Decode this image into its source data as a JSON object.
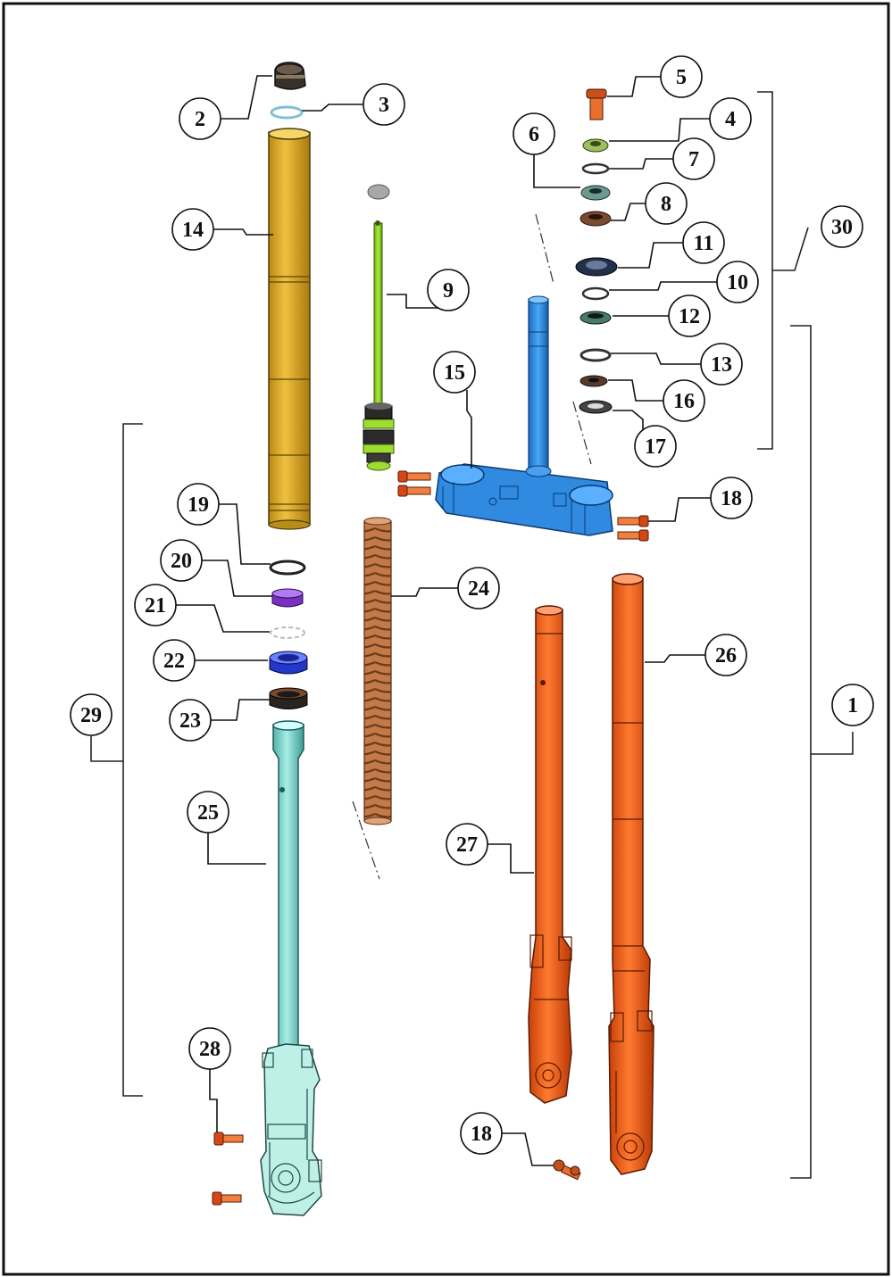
{
  "diagram": {
    "callouts": [
      {
        "id": "c1",
        "label": "1"
      },
      {
        "id": "c2",
        "label": "2"
      },
      {
        "id": "c3",
        "label": "3"
      },
      {
        "id": "c4",
        "label": "4"
      },
      {
        "id": "c5",
        "label": "5"
      },
      {
        "id": "c6",
        "label": "6"
      },
      {
        "id": "c7",
        "label": "7"
      },
      {
        "id": "c8",
        "label": "8"
      },
      {
        "id": "c9",
        "label": "9"
      },
      {
        "id": "c10",
        "label": "10"
      },
      {
        "id": "c11",
        "label": "11"
      },
      {
        "id": "c12",
        "label": "12"
      },
      {
        "id": "c13",
        "label": "13"
      },
      {
        "id": "c14",
        "label": "14"
      },
      {
        "id": "c15",
        "label": "15"
      },
      {
        "id": "c16",
        "label": "16"
      },
      {
        "id": "c17",
        "label": "17"
      },
      {
        "id": "c18a",
        "label": "18"
      },
      {
        "id": "c18b",
        "label": "18"
      },
      {
        "id": "c19",
        "label": "19"
      },
      {
        "id": "c20",
        "label": "20"
      },
      {
        "id": "c21",
        "label": "21"
      },
      {
        "id": "c22",
        "label": "22"
      },
      {
        "id": "c23",
        "label": "23"
      },
      {
        "id": "c24",
        "label": "24"
      },
      {
        "id": "c25",
        "label": "25"
      },
      {
        "id": "c26",
        "label": "26"
      },
      {
        "id": "c27",
        "label": "27"
      },
      {
        "id": "c28",
        "label": "28"
      },
      {
        "id": "c29",
        "label": "29"
      },
      {
        "id": "c30",
        "label": "30"
      }
    ],
    "colors": {
      "outer_tube": "#d9a520",
      "damper_rod": "#99dd22",
      "triple_clamp": "#2e86de",
      "spring": "#b06030",
      "lower_leg_left": "#7fd6cc",
      "lower_leg_right": "#f05a10",
      "bolt": "#e8602a",
      "seal_purple": "#8a3fd0",
      "seal_blue": "#2f45d8",
      "outline": "#222222"
    }
  }
}
